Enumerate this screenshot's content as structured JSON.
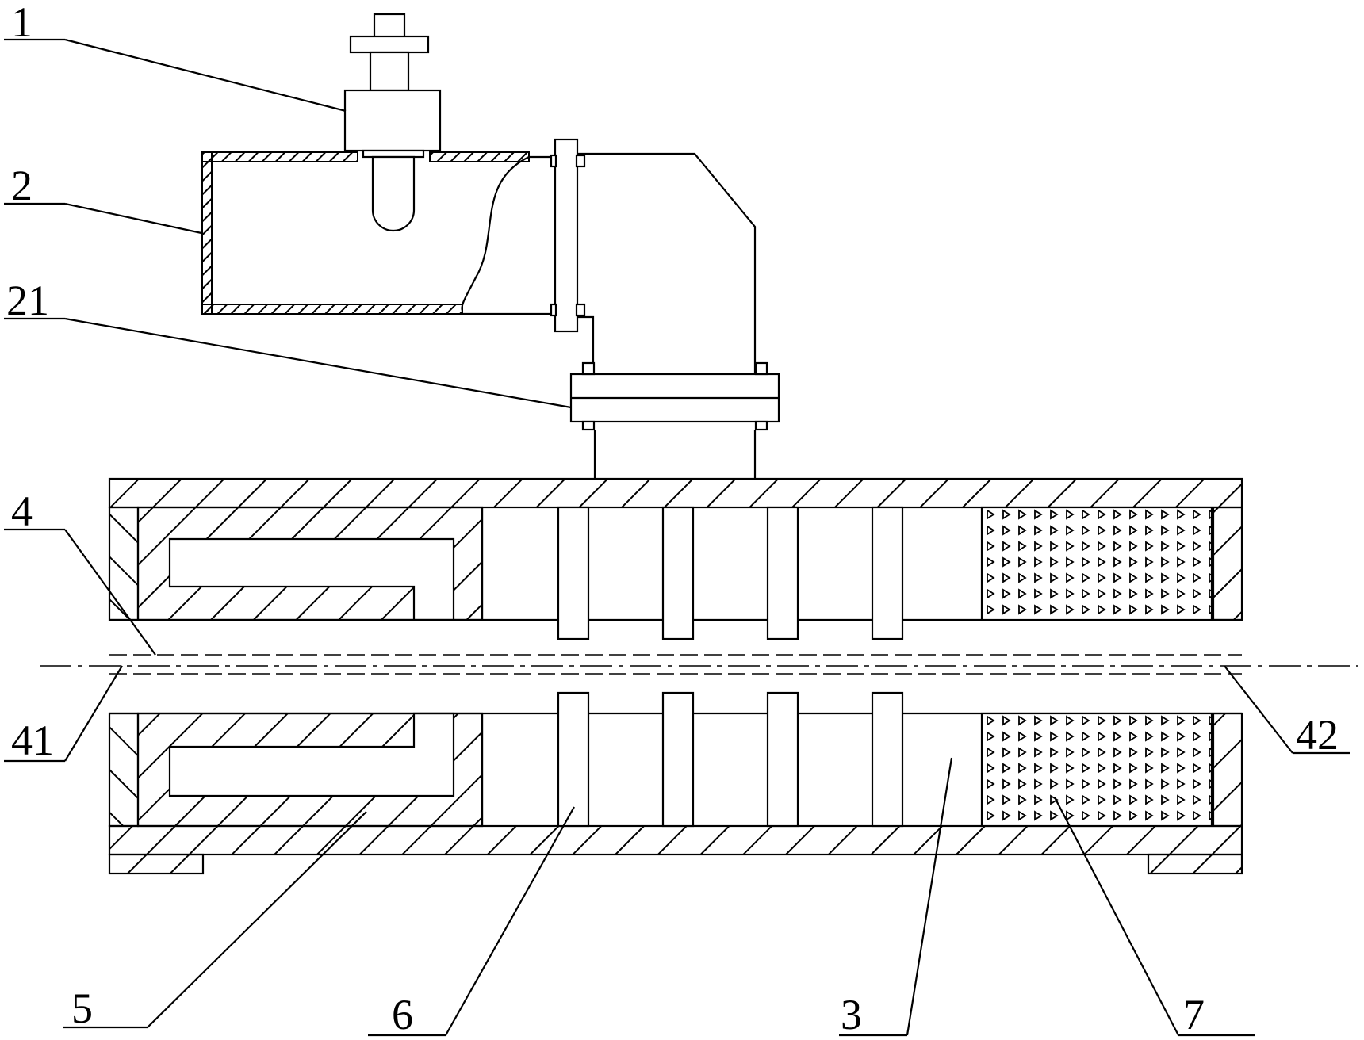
{
  "labels": {
    "l1": "1",
    "l2": "2",
    "l21": "21",
    "l4": "4",
    "l41": "41",
    "l42": "42",
    "l5": "5",
    "l6": "6",
    "l3": "3",
    "l7": "7"
  },
  "colors": {
    "line": "#000000",
    "background": "#ffffff"
  }
}
